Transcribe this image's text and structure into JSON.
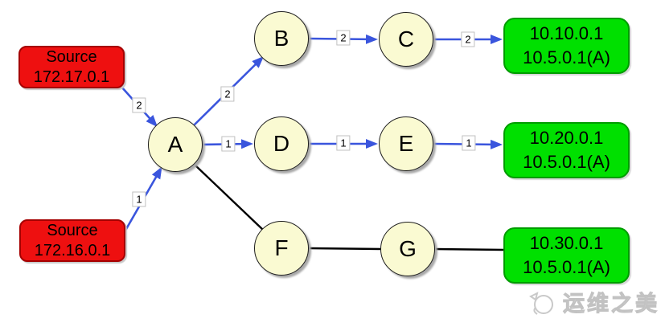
{
  "diagram": {
    "type": "network-routing-topology",
    "nodes": [
      {
        "id": "A",
        "label": "A"
      },
      {
        "id": "B",
        "label": "B"
      },
      {
        "id": "C",
        "label": "C"
      },
      {
        "id": "D",
        "label": "D"
      },
      {
        "id": "E",
        "label": "E"
      },
      {
        "id": "F",
        "label": "F"
      },
      {
        "id": "G",
        "label": "G"
      }
    ],
    "sources": [
      {
        "line1": "Source",
        "line2": "172.17.0.1"
      },
      {
        "line1": "Source",
        "line2": "172.16.0.1"
      }
    ],
    "destinations": [
      {
        "line1": "10.10.0.1",
        "line2": "10.5.0.1(A)"
      },
      {
        "line1": "10.20.0.1",
        "line2": "10.5.0.1(A)"
      },
      {
        "line1": "10.30.0.1",
        "line2": "10.5.0.1(A)"
      }
    ],
    "edges": [
      {
        "from": "Source 172.17.0.1",
        "to": "A",
        "label": "2",
        "style": "blue-arrow"
      },
      {
        "from": "Source 172.16.0.1",
        "to": "A",
        "label": "1",
        "style": "blue-arrow"
      },
      {
        "from": "A",
        "to": "B",
        "label": "2",
        "style": "blue-arrow"
      },
      {
        "from": "B",
        "to": "C",
        "label": "2",
        "style": "blue-arrow"
      },
      {
        "from": "C",
        "to": "10.10.0.1",
        "label": "2",
        "style": "blue-arrow"
      },
      {
        "from": "A",
        "to": "D",
        "label": "1",
        "style": "blue-arrow"
      },
      {
        "from": "D",
        "to": "E",
        "label": "1",
        "style": "blue-arrow"
      },
      {
        "from": "E",
        "to": "10.20.0.1",
        "label": "1",
        "style": "blue-arrow"
      },
      {
        "from": "A",
        "to": "F",
        "label": "",
        "style": "black-line"
      },
      {
        "from": "F",
        "to": "G",
        "label": "",
        "style": "black-line"
      },
      {
        "from": "G",
        "to": "10.30.0.1",
        "label": "",
        "style": "black-line"
      }
    ],
    "colors": {
      "arrow_blue": "#3a55dd",
      "line_black": "#000000",
      "node_fill": "#fafad2",
      "source_fill": "#ee1010",
      "destination_fill": "#00e000",
      "background": "#ffffff"
    },
    "watermark": {
      "text": "运维之美"
    }
  }
}
